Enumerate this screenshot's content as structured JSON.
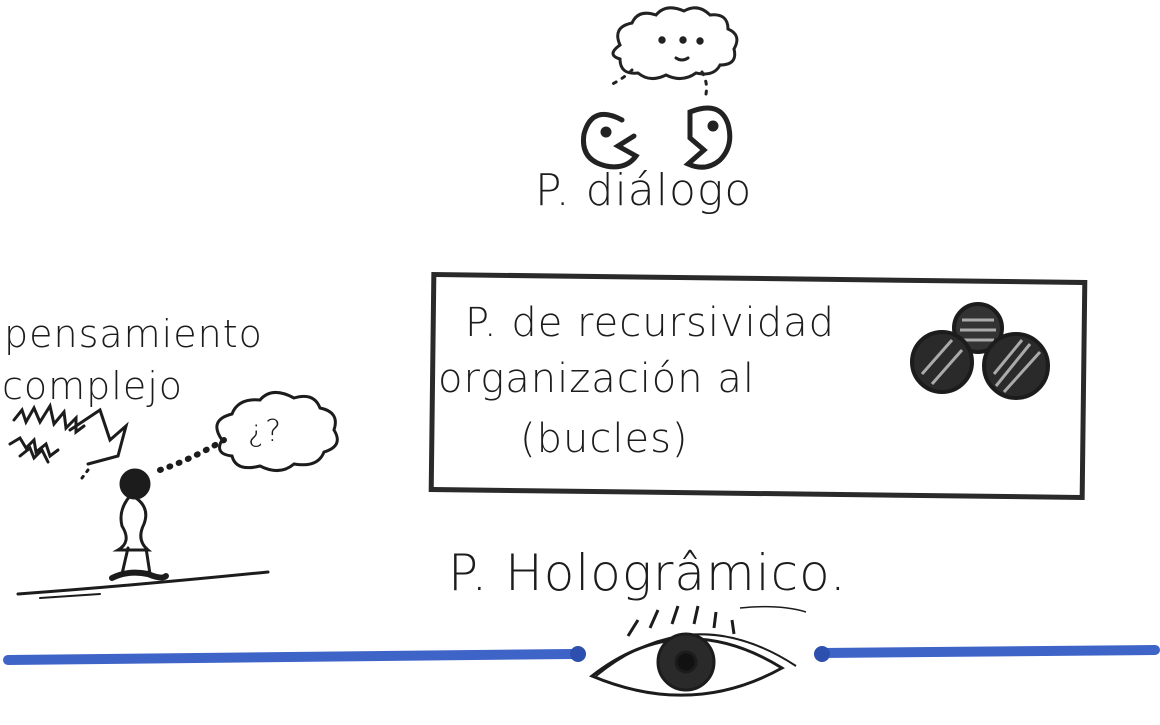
{
  "dialogo": {
    "label": "P. diálogo"
  },
  "pensamiento": {
    "line1": "pensamiento",
    "line2": "complejo",
    "bubble": "¿?"
  },
  "recursividad": {
    "line1": "P. de recursividad",
    "line2": "organización al",
    "line3": "(bucles)"
  },
  "holografico": {
    "label": "P. Hologrâmico."
  },
  "colors": {
    "ink": "#1c1c1c",
    "line_blue": "#3f64c8",
    "paper": "#ffffff"
  },
  "icons": [
    "thought-cloud-icon",
    "face-icon",
    "circles-icon",
    "person-icon",
    "eye-icon"
  ]
}
